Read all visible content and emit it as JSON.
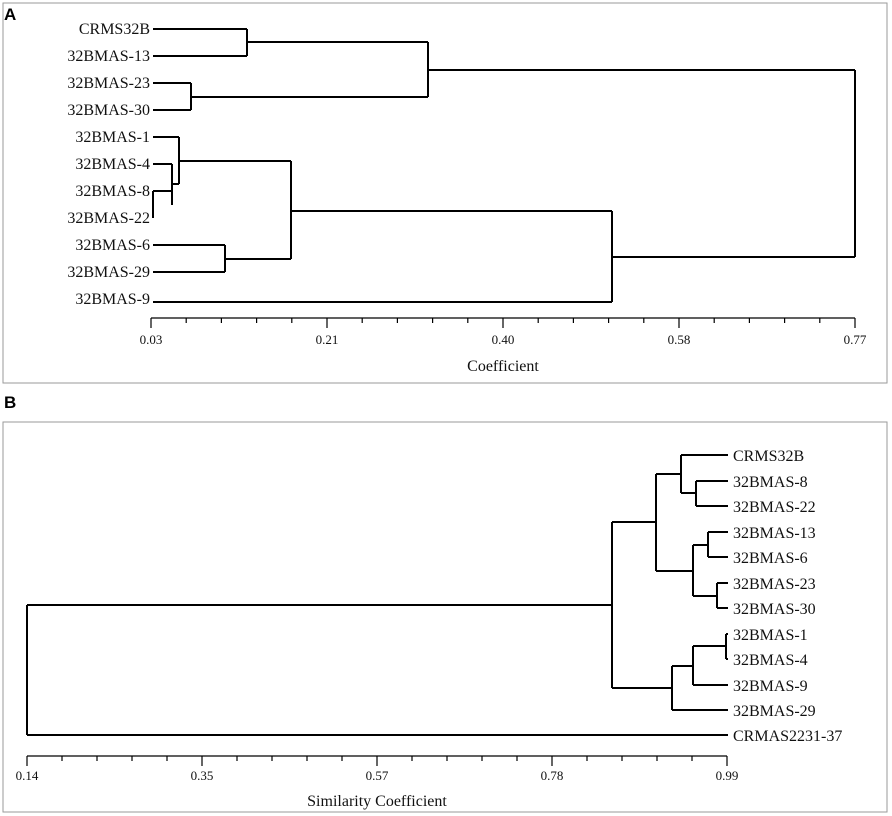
{
  "panels": [
    {
      "label": "A",
      "axis_title": "Coefficient",
      "ticks": [
        "0.03",
        "0.21",
        "0.40",
        "0.58",
        "0.77"
      ],
      "leaves": [
        "CRMS32B",
        "32BMAS-13",
        "32BMAS-23",
        "32BMAS-30",
        "32BMAS-1",
        "32BMAS-4",
        "32BMAS-8",
        "32BMAS-22",
        "32BMAS-6",
        "32BMAS-29",
        "32BMAS-9"
      ]
    },
    {
      "label": "B",
      "axis_title": "Similarity Coefficient",
      "ticks": [
        "0.14",
        "0.35",
        "0.57",
        "0.78",
        "0.99"
      ],
      "leaves": [
        "CRMS32B",
        "32BMAS-8",
        "32BMAS-22",
        "32BMAS-13",
        "32BMAS-6",
        "32BMAS-23",
        "32BMAS-30",
        "32BMAS-1",
        "32BMAS-4",
        "32BMAS-9",
        "32BMAS-29",
        "CRMAS2231-37"
      ]
    }
  ]
}
